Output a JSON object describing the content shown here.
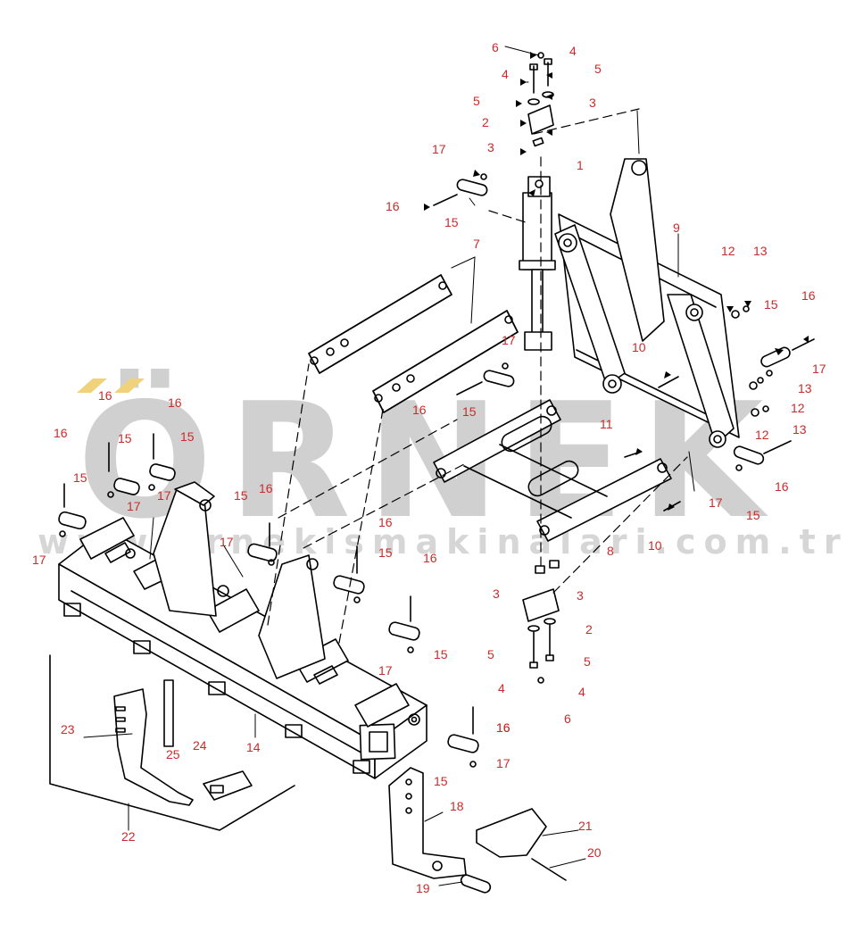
{
  "watermark": {
    "brand": "ÖRNEK",
    "website": "www.ornekismakinalari.com.tr",
    "color": "#cfcfcf",
    "accent_color": "#f0d27a"
  },
  "colors": {
    "callout": "#cc2a2a",
    "line": "#000000"
  },
  "callouts": [
    {
      "id": "c6a",
      "text": "6"
    },
    {
      "id": "c4a",
      "text": "4"
    },
    {
      "id": "c4b",
      "text": "4"
    },
    {
      "id": "c5a",
      "text": "5"
    },
    {
      "id": "c5b",
      "text": "5"
    },
    {
      "id": "c2a",
      "text": "2"
    },
    {
      "id": "c3a",
      "text": "3"
    },
    {
      "id": "c3b",
      "text": "3"
    },
    {
      "id": "c1",
      "text": "1"
    },
    {
      "id": "c17a",
      "text": "17"
    },
    {
      "id": "c16a",
      "text": "16"
    },
    {
      "id": "c15a",
      "text": "15"
    },
    {
      "id": "c7",
      "text": "7"
    },
    {
      "id": "c9",
      "text": "9"
    },
    {
      "id": "c12a",
      "text": "12"
    },
    {
      "id": "c13a",
      "text": "13"
    },
    {
      "id": "c15b",
      "text": "15"
    },
    {
      "id": "c16b",
      "text": "16"
    },
    {
      "id": "c17b",
      "text": "17"
    },
    {
      "id": "c10a",
      "text": "10"
    },
    {
      "id": "c13b",
      "text": "13"
    },
    {
      "id": "c12b",
      "text": "12"
    },
    {
      "id": "c12c",
      "text": "12"
    },
    {
      "id": "c13c",
      "text": "13"
    },
    {
      "id": "c17c",
      "text": "17"
    },
    {
      "id": "c16c",
      "text": "16"
    },
    {
      "id": "c15c",
      "text": "15"
    },
    {
      "id": "c11",
      "text": "11"
    },
    {
      "id": "c17d",
      "text": "17"
    },
    {
      "id": "c15d",
      "text": "15"
    },
    {
      "id": "c16d",
      "text": "16"
    },
    {
      "id": "c8",
      "text": "8"
    },
    {
      "id": "c10b",
      "text": "10"
    },
    {
      "id": "c16e",
      "text": "16"
    },
    {
      "id": "c16f",
      "text": "16"
    },
    {
      "id": "c15e",
      "text": "15"
    },
    {
      "id": "c15f",
      "text": "15"
    },
    {
      "id": "c16g",
      "text": "16"
    },
    {
      "id": "c15g",
      "text": "15"
    },
    {
      "id": "c17e",
      "text": "17"
    },
    {
      "id": "c17f",
      "text": "17"
    },
    {
      "id": "c15h",
      "text": "15"
    },
    {
      "id": "c17g",
      "text": "17"
    },
    {
      "id": "c16h",
      "text": "16"
    },
    {
      "id": "c16i",
      "text": "16"
    },
    {
      "id": "c15i",
      "text": "15"
    },
    {
      "id": "c16j",
      "text": "16"
    },
    {
      "id": "c17h",
      "text": "17"
    },
    {
      "id": "c16k",
      "text": "16"
    },
    {
      "id": "c15j",
      "text": "15"
    },
    {
      "id": "c17i",
      "text": "17"
    },
    {
      "id": "c3c",
      "text": "3"
    },
    {
      "id": "c3d",
      "text": "3"
    },
    {
      "id": "c2b",
      "text": "2"
    },
    {
      "id": "c5c",
      "text": "5"
    },
    {
      "id": "c5d",
      "text": "5"
    },
    {
      "id": "c4c",
      "text": "4"
    },
    {
      "id": "c4d",
      "text": "4"
    },
    {
      "id": "c6b",
      "text": "6"
    },
    {
      "id": "c14",
      "text": "14"
    },
    {
      "id": "c23",
      "text": "23"
    },
    {
      "id": "c25",
      "text": "25"
    },
    {
      "id": "c24",
      "text": "24"
    },
    {
      "id": "c22",
      "text": "22"
    },
    {
      "id": "c16l",
      "text": "16"
    },
    {
      "id": "c17j",
      "text": "17"
    },
    {
      "id": "c15k",
      "text": "15"
    },
    {
      "id": "c18",
      "text": "18"
    },
    {
      "id": "c21",
      "text": "21"
    },
    {
      "id": "c20",
      "text": "20"
    },
    {
      "id": "c19",
      "text": "19"
    }
  ]
}
